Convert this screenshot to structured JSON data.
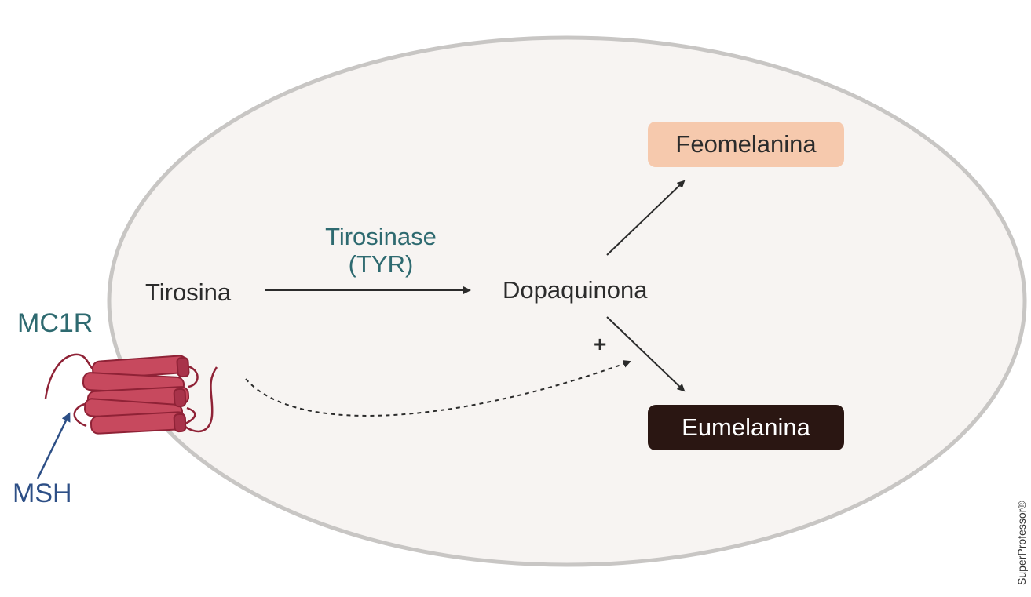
{
  "diagram": {
    "colors": {
      "cell_fill": "#f7f4f2",
      "cell_border": "#c8c6c4",
      "receptor": "#c7495e",
      "receptor_dark": "#8f2236",
      "arrow": "#2b2b2b",
      "enzyme_text": "#2e6a70",
      "msh_text": "#2d4f86",
      "feomelanin_fill": "#f6c9ad",
      "eumelanin_fill": "#2a1612"
    },
    "nodes": {
      "tyrosine": "Tirosina",
      "dopaquinone": "Dopaquinona",
      "feomelanin": "Feomelanina",
      "eumelanin": "Eumelanina"
    },
    "enzyme": {
      "name": "Tirosinase",
      "abbr": "(TYR)"
    },
    "receptor": {
      "label": "MC1R",
      "ligand": "MSH"
    },
    "activation_sign": "+",
    "watermark": "SuperProfessor®"
  }
}
